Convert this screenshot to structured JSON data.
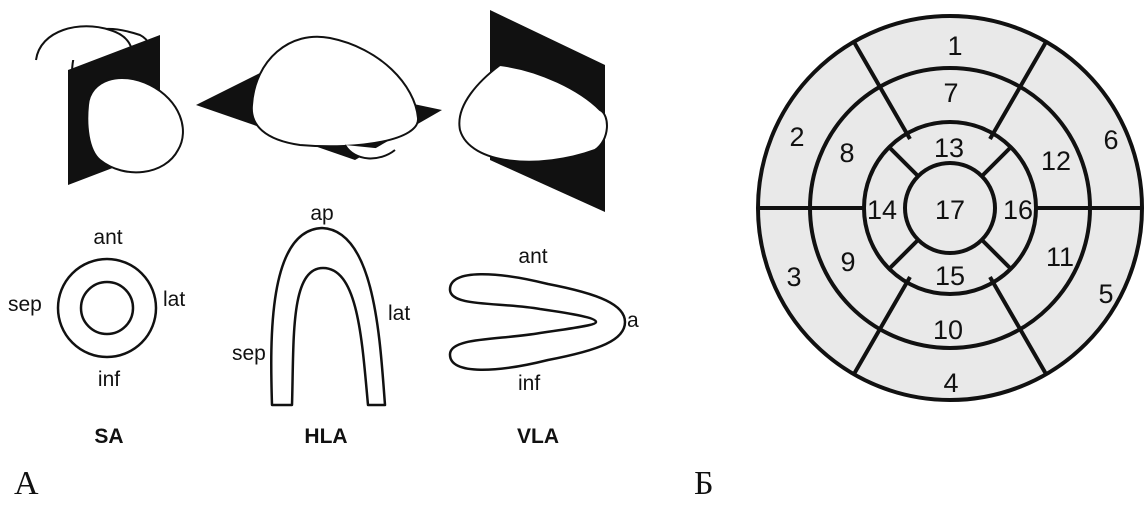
{
  "panel_a": {
    "caption": "А",
    "views": [
      {
        "title": "SA",
        "labels": {
          "top": "ant",
          "left": "sep",
          "right": "lat",
          "bottom": "inf"
        }
      },
      {
        "title": "HLA",
        "labels": {
          "top": "ap",
          "left": "sep",
          "right": "lat"
        }
      },
      {
        "title": "VLA",
        "labels": {
          "top": "ant",
          "right": "a",
          "bottom": "inf"
        }
      }
    ]
  },
  "panel_b": {
    "caption": "Б",
    "segments": [
      "1",
      "2",
      "3",
      "4",
      "5",
      "6",
      "7",
      "8",
      "9",
      "10",
      "11",
      "12",
      "13",
      "14",
      "15",
      "16",
      "17"
    ]
  },
  "colors": {
    "line": "#111111",
    "fill_light": "#e9e9e9",
    "background": "#ffffff"
  }
}
